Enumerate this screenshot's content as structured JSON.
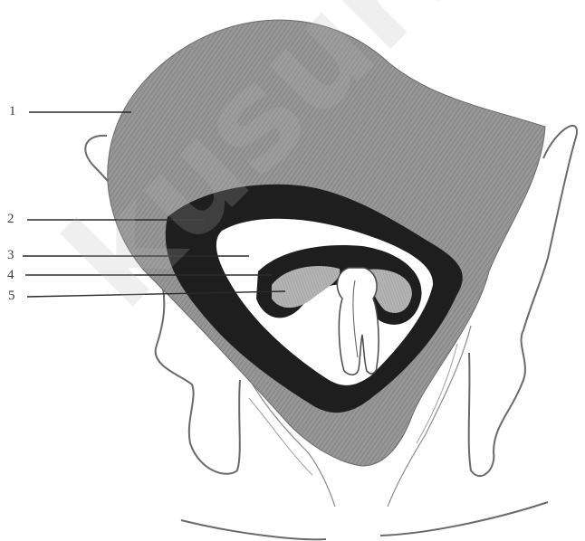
{
  "figure": {
    "labels": [
      {
        "id": "1",
        "text": "1"
      },
      {
        "id": "2",
        "text": "2"
      },
      {
        "id": "3",
        "text": "3"
      },
      {
        "id": "4",
        "text": "4"
      },
      {
        "id": "5",
        "text": "5"
      }
    ],
    "watermark": "kusuriib",
    "colors": {
      "outer_layer": "#8f8f8f",
      "dark_layer": "#1c1c1c",
      "inner_layer": "#a9a9a9",
      "outline": "#5a5a5a",
      "background": "#ffffff"
    }
  }
}
